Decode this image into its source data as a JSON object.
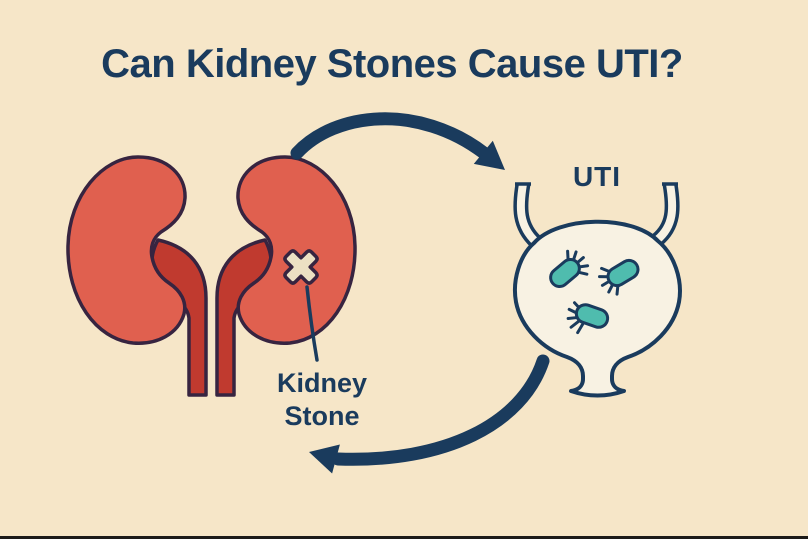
{
  "page": {
    "title": "Can Kidney Stones Cause UTI?"
  },
  "labels": {
    "uti": "UTI",
    "kidney_stone_line1": "Kidney",
    "kidney_stone_line2": "Stone"
  },
  "colors": {
    "background": "#f6e6c8",
    "title_navy": "#1a3b5d",
    "kidney_fill": "#e0604f",
    "renal_pelvis_fill": "#c03a2f",
    "kidney_outline": "#372440",
    "stone_fill": "#ece0c3",
    "bladder_fill": "#f8f2e3",
    "bladder_outline": "#1a3b5d",
    "bacteria_fill": "#4fbcae",
    "arrow": "#1a3b5d",
    "bottom_bar": "#1c1b19"
  }
}
